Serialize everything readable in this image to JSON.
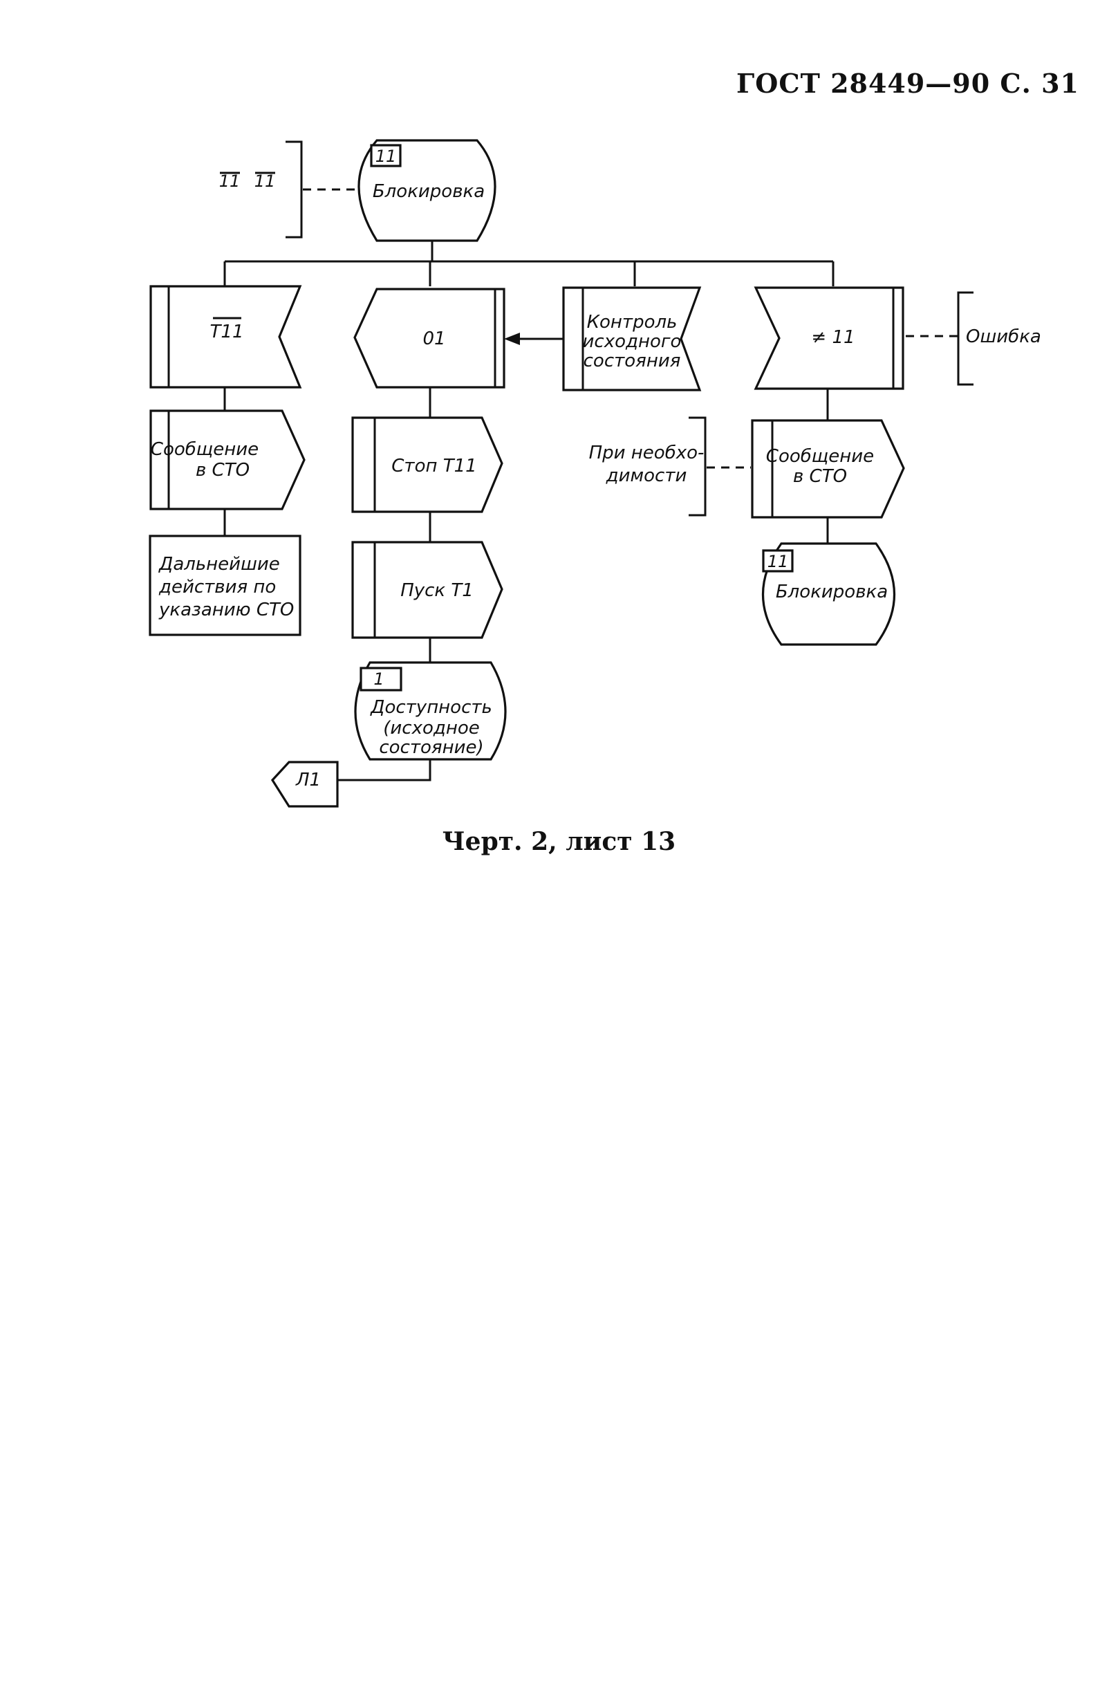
{
  "document": {
    "header": "ГОСТ 28449—90 С. 31",
    "caption": "Черт. 2, лист 13"
  },
  "diagram": {
    "top_state": {
      "number": "11",
      "label": "Блокировка"
    },
    "top_signals": [
      "11",
      "11"
    ],
    "col1": {
      "input": "T11",
      "output": [
        "Сообщение",
        "в СТО"
      ],
      "task": [
        "Дальнейшие",
        "действия по",
        "указанию СТО"
      ]
    },
    "col2": {
      "output_send": "01",
      "out1": "Стоп Т11",
      "out2": "Пуск Т1",
      "state": {
        "number": "1",
        "label": [
          "Доступность",
          "(исходное",
          "состояние)"
        ]
      },
      "connector": "Л1"
    },
    "col3": {
      "input": [
        "Контроль",
        "исходного",
        "состояния"
      ]
    },
    "col4": {
      "input": "≠ 11",
      "comment": "Ошибка",
      "output": [
        "Сообщение",
        "в СТО"
      ],
      "output_comment": [
        "При необхо-",
        "димости"
      ],
      "state": {
        "number": "11",
        "label": "Блокировка"
      }
    }
  }
}
